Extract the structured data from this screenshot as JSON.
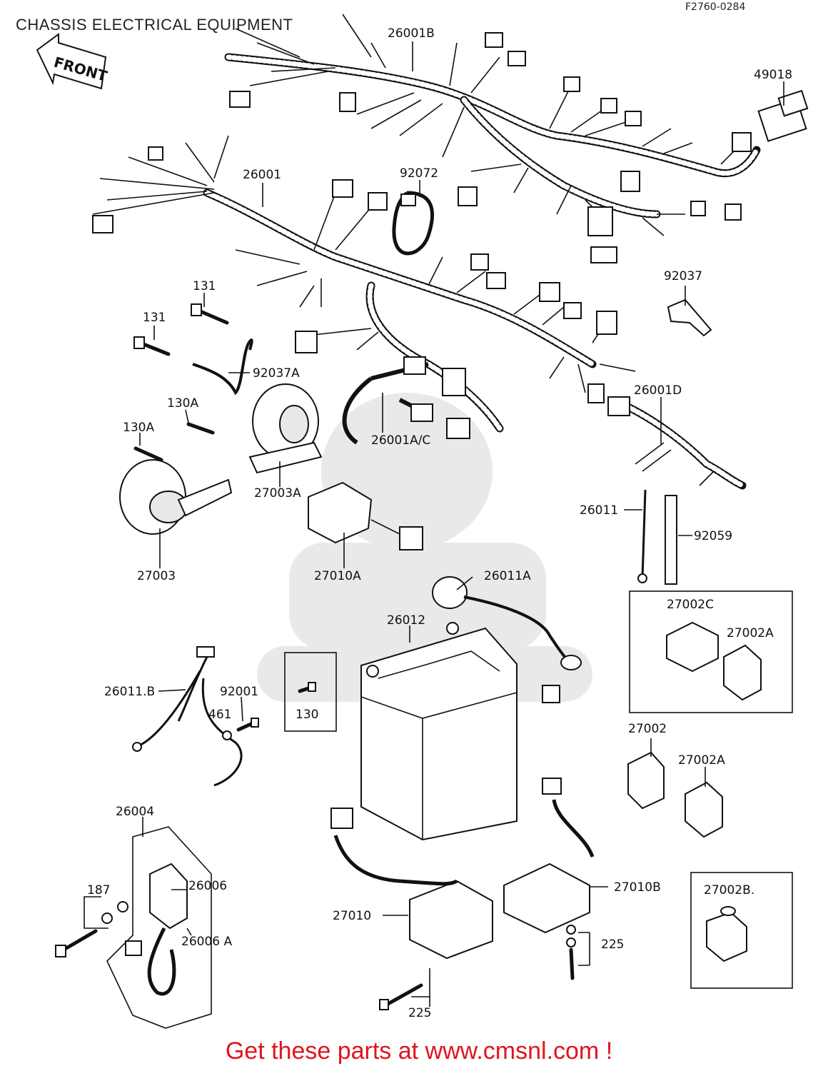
{
  "header": {
    "title": "CHASSIS ELECTRICAL EQUIPMENT",
    "ref_code": "F2760-0284",
    "front_label": "FRONT"
  },
  "parts": {
    "p26001B": "26001B",
    "p49018": "49018",
    "p26001": "26001",
    "p92072": "92072",
    "p92037": "92037",
    "p131a": "131",
    "p131b": "131",
    "p92037A": "92037A",
    "p130A_a": "130A",
    "p130A_b": "130A",
    "p26001AC": "26001A/C",
    "p26001D": "26001D",
    "p27003A": "27003A",
    "p26011": "26011",
    "p92059": "92059",
    "p27003": "27003",
    "p27010A": "27010A",
    "p26011A": "26011A",
    "p27002C": "27002C",
    "p27002A_a": "27002A",
    "p26012": "26012",
    "p26011B": "26011.B",
    "p92001": "92001",
    "p461": "461",
    "p130": "130",
    "p27002": "27002",
    "p27002A_b": "27002A",
    "p26004": "26004",
    "p26006": "26006",
    "p187": "187",
    "p26006A": "26006 A",
    "p27010B": "27010B",
    "p27010": "27010",
    "p225a": "225",
    "p225b": "225",
    "p27002B": "27002B."
  },
  "footer": {
    "text": "Get these parts at www.cmsnl.com !"
  },
  "colors": {
    "footer_text": "#e0141e",
    "line_art": "#111111"
  }
}
